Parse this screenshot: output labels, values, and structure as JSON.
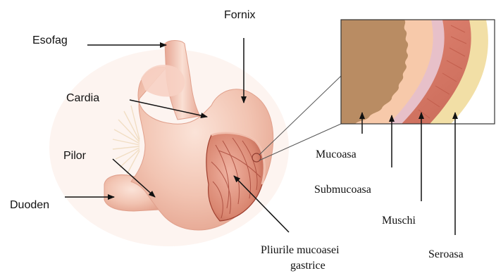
{
  "labels": {
    "esofag": "Esofag",
    "fornix": "Fornix",
    "cardia": "Cardia",
    "pilor": "Pilor",
    "duoden": "Duoden",
    "pliuri_line1": "Pliurile mucoasei",
    "pliuri_line2": "gastrice",
    "mucoasa": "Mucoasa",
    "submucoasa": "Submucoasa",
    "muschi": "Muschi",
    "seroasa": "Seroasa"
  },
  "colors": {
    "stomach_outer": "#f2c4b2",
    "stomach_shade": "#e6a592",
    "stomach_highlight": "#fbe3d8",
    "interior_wall": "#c96a55",
    "mucosa_folds": "#e89a86",
    "fold_lines": "#b4503e",
    "zoom_mucosa": "#b98c63",
    "zoom_mucosa_light": "#f5c9a8",
    "zoom_submucosa": "#e7c0c9",
    "zoom_muscle": "#d97a6a",
    "zoom_muscle_stripe": "#c45a4a",
    "zoom_serosa": "#f2dfa6"
  }
}
